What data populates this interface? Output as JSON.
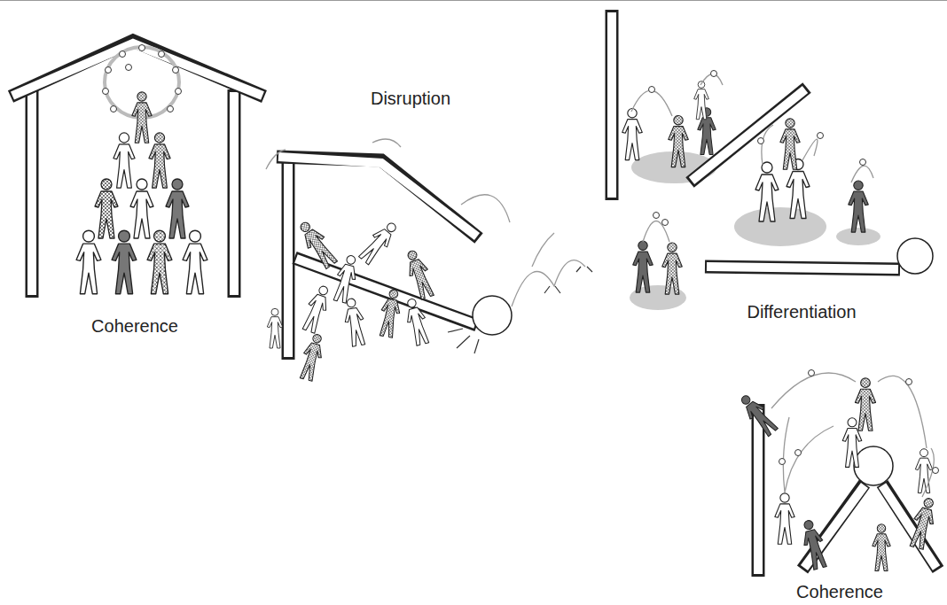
{
  "diagram": {
    "labels": [
      "Coherence",
      "Disruption",
      "Differentiation",
      "Coherence"
    ]
  }
}
